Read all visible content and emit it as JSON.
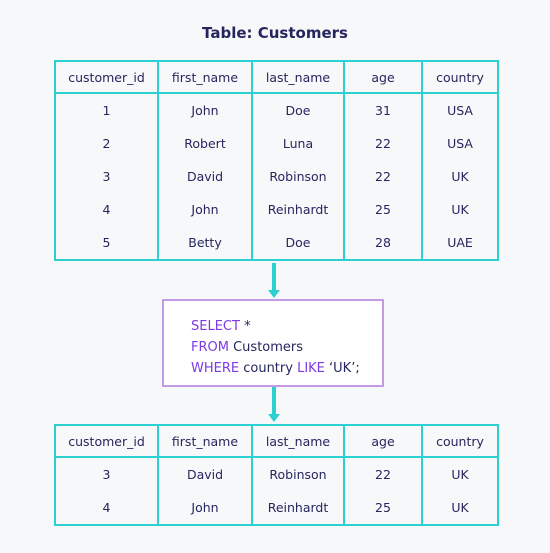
{
  "title": "Table: Customers",
  "columns": [
    "customer_id",
    "first_name",
    "last_name",
    "age",
    "country"
  ],
  "source_rows": [
    [
      "1",
      "John",
      "Doe",
      "31",
      "USA"
    ],
    [
      "2",
      "Robert",
      "Luna",
      "22",
      "USA"
    ],
    [
      "3",
      "David",
      "Robinson",
      "22",
      "UK"
    ],
    [
      "4",
      "John",
      "Reinhardt",
      "25",
      "UK"
    ],
    [
      "5",
      "Betty",
      "Doe",
      "28",
      "UAE"
    ]
  ],
  "query": {
    "select_kw": "SELECT",
    "select_rest": " *",
    "from_kw": "FROM",
    "from_rest": " Customers",
    "where_kw": "WHERE",
    "where_mid": " country ",
    "like_kw": "LIKE",
    "where_rest": " ‘UK’;"
  },
  "result_rows": [
    [
      "3",
      "David",
      "Robinson",
      "22",
      "UK"
    ],
    [
      "4",
      "John",
      "Reinhardt",
      "25",
      "UK"
    ]
  ],
  "colors": {
    "table_border": "#2ecfd0",
    "query_border": "#c49ae6",
    "keyword": "#7c3ae6",
    "text": "#25265e"
  }
}
